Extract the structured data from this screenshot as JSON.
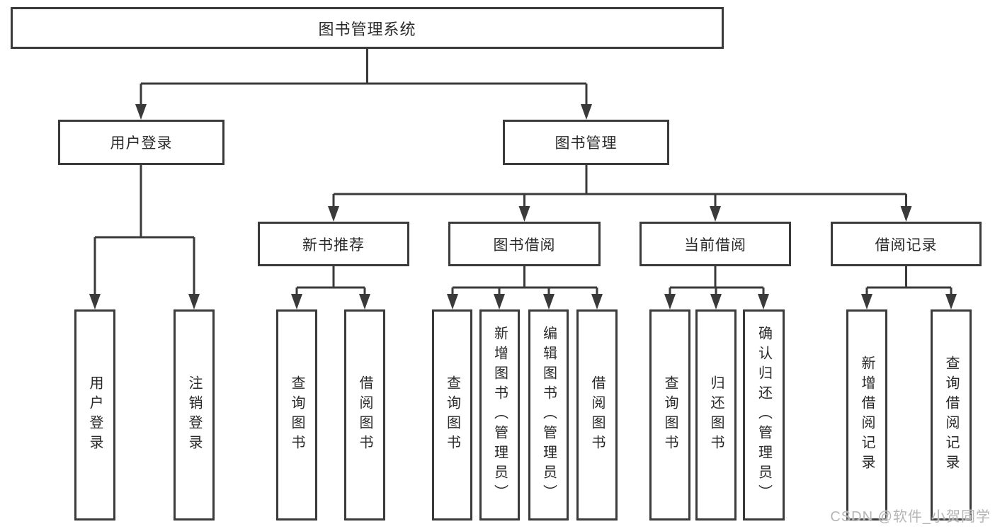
{
  "page": {
    "background_color": "#ffffff",
    "line_color": "#3a3a3a",
    "text_color": "#2a2a2a",
    "watermark_color": "#b5b5b5"
  },
  "tree": {
    "root": {
      "label": "图书管理系统"
    },
    "level2": [
      {
        "label": "用户登录"
      },
      {
        "label": "图书管理"
      }
    ],
    "level3": [
      {
        "label": "新书推荐"
      },
      {
        "label": "图书借阅"
      },
      {
        "label": "当前借阅"
      },
      {
        "label": "借阅记录"
      }
    ],
    "leaves": [
      {
        "label": "用户登录"
      },
      {
        "label": "注销登录"
      },
      {
        "label": "查询图书"
      },
      {
        "label": "借阅图书"
      },
      {
        "label": "查询图书"
      },
      {
        "label": "新增图书（管理员）"
      },
      {
        "label": "编辑图书（管理员）"
      },
      {
        "label": "借阅图书"
      },
      {
        "label": "查询图书"
      },
      {
        "label": "归还图书"
      },
      {
        "label": "确认归还（管理员）"
      },
      {
        "label": "新增借阅记录"
      },
      {
        "label": "查询借阅记录"
      }
    ]
  },
  "watermark": {
    "text": "CSDN @软件_小贺同学"
  }
}
